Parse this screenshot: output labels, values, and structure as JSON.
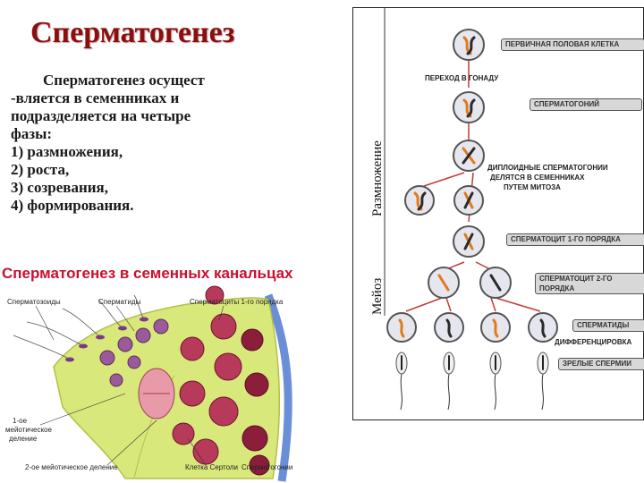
{
  "slide": {
    "title": "Сперматогенез",
    "lines": [
      "Сперматогенез  осущест",
      "-вляется в семенниках и",
      "подразделяется на четыре",
      "фазы:",
      "1)  размножения,",
      "2) роста,",
      "3) созревания,",
      "4) формирования."
    ]
  },
  "histology": {
    "title": "Сперматогенез в семенных канальцах",
    "labels": {
      "spermatozoa": "Сперматозоиды",
      "spermatids": "Сперматиды",
      "spermatocytes1": "Сперматоциты 1-го порядка",
      "meiosis1_a": "1-ое",
      "meiosis1_b": "мейотическое",
      "meiosis1_c": "деление",
      "meiosis2": "2-ое мейотическое деление",
      "sertoli": "Клетка Сертоли",
      "spermatogonia": "Сперматогонии"
    }
  },
  "scheme": {
    "phase_reproduction": "Размножение",
    "phase_meiosis": "Мейоз",
    "stages": {
      "primary": "ПЕРВИЧНАЯ ПОЛОВАЯ КЛЕТКА",
      "transfer": "ПЕРЕХОД В ГОНАДУ",
      "spermatogonium": "СПЕРМАТОГОНИЙ",
      "diploid1": "ДИПЛОИДНЫЕ СПЕРМАТОГОНИИ",
      "diploid2": "ДЕЛЯТСЯ В СЕМЕННИКАХ",
      "diploid3": "ПУТЕМ МИТОЗА",
      "spermatocyte1": "СПЕРМАТОЦИТ 1-ГО ПОРЯДКА",
      "spermatocyte2a": "СПЕРМАТОЦИТ 2-ГО",
      "spermatocyte2b": "ПОРЯДКА",
      "spermatids": "СПЕРМАТИДЫ",
      "differentiation": "ДИФФЕРЕНЦИРОВКА",
      "mature": "ЗРЕЛЫЕ СПЕРМИИ"
    }
  }
}
